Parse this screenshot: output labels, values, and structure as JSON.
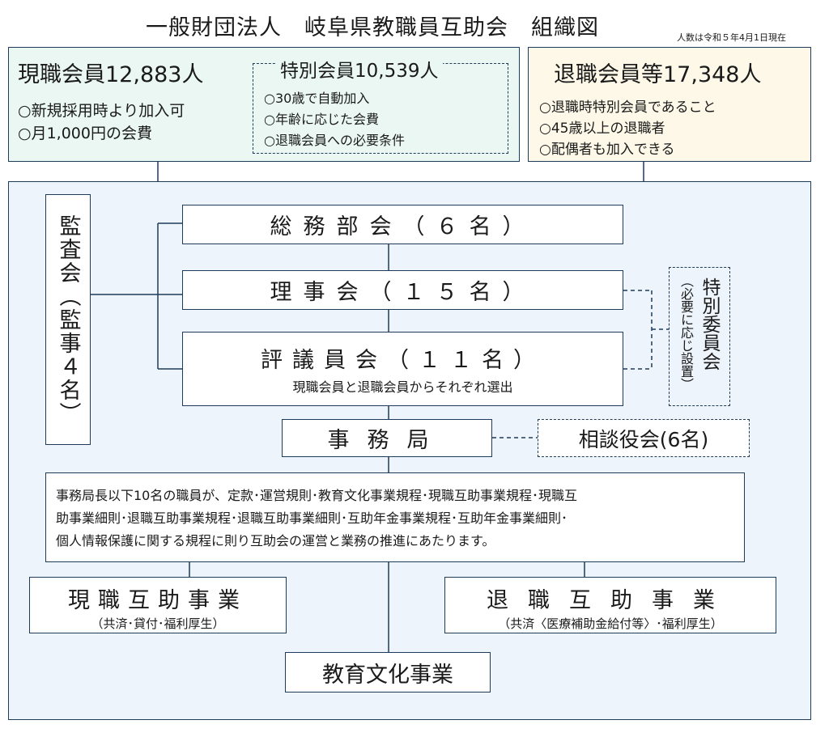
{
  "title": "一般財団法人　岐阜県教職員互助会　組織図",
  "as_of": "人数は令和５年4月1日現在",
  "active_members": {
    "heading": "現職会員12,883人",
    "lines": [
      "○新規採用時より加入可",
      "○月1,000円の会費"
    ]
  },
  "special_members": {
    "heading": "特別会員10,539人",
    "lines": [
      "○30歳で自動加入",
      "○年齢に応じた会費",
      "○退職会員への必要条件"
    ]
  },
  "retired_members": {
    "heading": "退職会員等17,348人",
    "lines": [
      "○退職時特別会員であること",
      "○45歳以上の退職者",
      "○配偶者も加入できる"
    ]
  },
  "auditors": "監査会（監事４名）",
  "general_affairs": "総務部会（６名）",
  "board": "理事会（１５名）",
  "councilors": {
    "label": "評議員会（１１名）",
    "note": "現職会員と退職会員からそれぞれ選出"
  },
  "special_committee": {
    "label": "特別委員会",
    "note": "（必要に応じ設置）"
  },
  "secretariat": "事務局",
  "advisors": "相談役会(6名)",
  "secretariat_desc": [
    "事務局長以下10名の職員が、定款･運営規則･教育文化事業規程･現職互助事業規程･現職互",
    "助事業細則･退職互助事業規程･退職互助事業細則･互助年金事業規程･互助年金事業細則･",
    "個人情報保護に関する規程に則り互助会の運営と業務の推進にあたります。"
  ],
  "active_mutual_aid": {
    "label": "現職互助事業",
    "note": "（共済･貸付･福利厚生）"
  },
  "retired_mutual_aid": {
    "label": "退職互助事業",
    "note": "（共済〈医療補助金給付等〉･福利厚生）"
  },
  "education_culture": "教育文化事業",
  "colors": {
    "active_panel_bg": "#eaf7f3",
    "retired_panel_bg": "#fdf8e8",
    "main_panel_bg": "#eef4fb",
    "border": "#1f3b5a"
  }
}
